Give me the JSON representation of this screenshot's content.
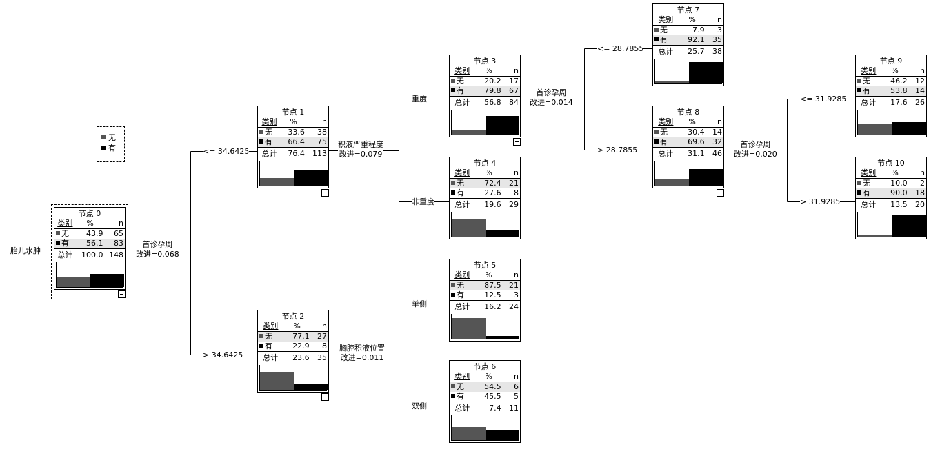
{
  "colors": {
    "none": "#555555",
    "yes": "#000000",
    "shade": "#e6e6e6"
  },
  "legend": {
    "items": [
      {
        "label": "无",
        "color": "#555555"
      },
      {
        "label": "有",
        "color": "#000000"
      }
    ]
  },
  "root_label": "胎儿水肿",
  "header": {
    "category": "类别",
    "percent": "%",
    "n": "n",
    "total": "总计"
  },
  "categories": [
    "无",
    "有"
  ],
  "nodes": [
    {
      "id": 0,
      "title": "节点 0",
      "rows": [
        {
          "pct": "43.9",
          "n": "65",
          "frac": 0.439
        },
        {
          "pct": "56.1",
          "n": "83",
          "frac": 0.561
        }
      ],
      "total_pct": "100.0",
      "total_n": "148",
      "shade": 1
    },
    {
      "id": 1,
      "title": "节点 1",
      "rows": [
        {
          "pct": "33.6",
          "n": "38",
          "frac": 0.336
        },
        {
          "pct": "66.4",
          "n": "75",
          "frac": 0.664
        }
      ],
      "total_pct": "76.4",
      "total_n": "113",
      "shade": 1
    },
    {
      "id": 2,
      "title": "节点 2",
      "rows": [
        {
          "pct": "77.1",
          "n": "27",
          "frac": 0.771
        },
        {
          "pct": "22.9",
          "n": "8",
          "frac": 0.229
        }
      ],
      "total_pct": "23.6",
      "total_n": "35",
      "shade": 0
    },
    {
      "id": 3,
      "title": "节点 3",
      "rows": [
        {
          "pct": "20.2",
          "n": "17",
          "frac": 0.202
        },
        {
          "pct": "79.8",
          "n": "67",
          "frac": 0.798
        }
      ],
      "total_pct": "56.8",
      "total_n": "84",
      "shade": 1
    },
    {
      "id": 4,
      "title": "节点 4",
      "rows": [
        {
          "pct": "72.4",
          "n": "21",
          "frac": 0.724
        },
        {
          "pct": "27.6",
          "n": "8",
          "frac": 0.276
        }
      ],
      "total_pct": "19.6",
      "total_n": "29",
      "shade": 0
    },
    {
      "id": 5,
      "title": "节点 5",
      "rows": [
        {
          "pct": "87.5",
          "n": "21",
          "frac": 0.875
        },
        {
          "pct": "12.5",
          "n": "3",
          "frac": 0.125
        }
      ],
      "total_pct": "16.2",
      "total_n": "24",
      "shade": 0
    },
    {
      "id": 6,
      "title": "节点 6",
      "rows": [
        {
          "pct": "54.5",
          "n": "6",
          "frac": 0.545
        },
        {
          "pct": "45.5",
          "n": "5",
          "frac": 0.455
        }
      ],
      "total_pct": "7.4",
      "total_n": "11",
      "shade": 0
    },
    {
      "id": 7,
      "title": "节点 7",
      "rows": [
        {
          "pct": "7.9",
          "n": "3",
          "frac": 0.079
        },
        {
          "pct": "92.1",
          "n": "35",
          "frac": 0.921
        }
      ],
      "total_pct": "25.7",
      "total_n": "38",
      "shade": 1
    },
    {
      "id": 8,
      "title": "节点 8",
      "rows": [
        {
          "pct": "30.4",
          "n": "14",
          "frac": 0.304
        },
        {
          "pct": "69.6",
          "n": "32",
          "frac": 0.696
        }
      ],
      "total_pct": "31.1",
      "total_n": "46",
      "shade": 1
    },
    {
      "id": 9,
      "title": "节点 9",
      "rows": [
        {
          "pct": "46.2",
          "n": "12",
          "frac": 0.462
        },
        {
          "pct": "53.8",
          "n": "14",
          "frac": 0.538
        }
      ],
      "total_pct": "17.6",
      "total_n": "26",
      "shade": 1
    },
    {
      "id": 10,
      "title": "节点 10",
      "rows": [
        {
          "pct": "10.0",
          "n": "2",
          "frac": 0.1
        },
        {
          "pct": "90.0",
          "n": "18",
          "frac": 0.9
        }
      ],
      "total_pct": "13.5",
      "total_n": "20",
      "shade": 1
    }
  ],
  "splits": {
    "s0": {
      "variable": "首诊孕周",
      "improvement": "改进=0.068"
    },
    "s1": {
      "variable": "积液严重程度",
      "improvement": "改进=0.079"
    },
    "s2": {
      "variable": "胸腔积液位置",
      "improvement": "改进=0.011"
    },
    "s3": {
      "variable": "首诊孕周",
      "improvement": "改进=0.014"
    },
    "s8": {
      "variable": "首诊孕周",
      "improvement": "改进=0.020"
    }
  },
  "edges": {
    "e1": "<= 34.6425",
    "e2": "> 34.6425",
    "e3": "重度",
    "e4": "非重度",
    "e5": "单侧",
    "e6": "双侧",
    "e7": "<= 28.7855",
    "e8": "> 28.7855",
    "e9": "<= 31.9285",
    "e10": "> 31.9285"
  }
}
